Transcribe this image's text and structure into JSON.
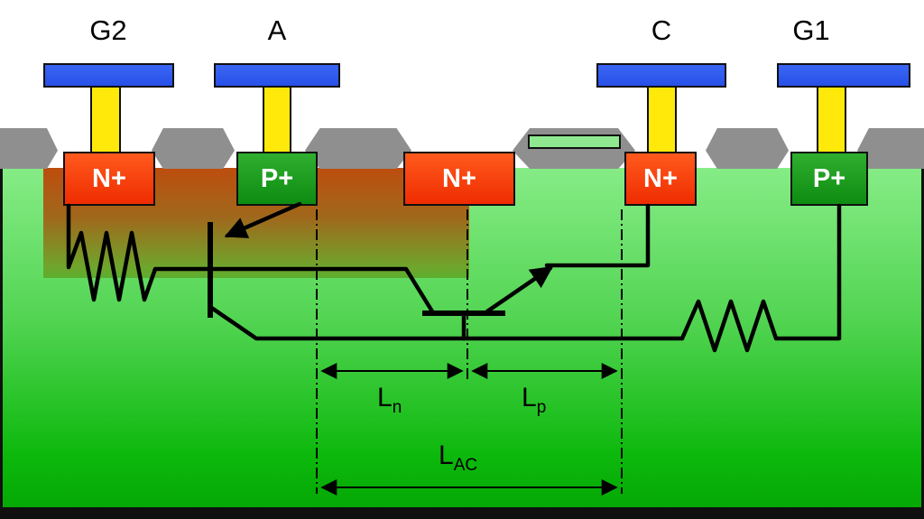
{
  "figure": {
    "description": "Semiconductor SCR cross-section with parasitic bipolar transistors and well/substrate resistors"
  },
  "terminals": [
    {
      "id": "g2",
      "label": "G2"
    },
    {
      "id": "a",
      "label": "A"
    },
    {
      "id": "c",
      "label": "C"
    },
    {
      "id": "g1",
      "label": "G1"
    }
  ],
  "regions": [
    {
      "id": "nplus-under-g2",
      "label": "N+",
      "type": "n-plus"
    },
    {
      "id": "pplus-under-a",
      "label": "P+",
      "type": "p-plus"
    },
    {
      "id": "nplus-center",
      "label": "N+",
      "type": "n-plus"
    },
    {
      "id": "nplus-under-c",
      "label": "N+",
      "type": "n-plus"
    },
    {
      "id": "pplus-under-g1",
      "label": "P+",
      "type": "p-plus"
    }
  ],
  "dimensions": {
    "ln": {
      "main": "L",
      "sub": "n"
    },
    "lp": {
      "main": "L",
      "sub": "p"
    },
    "lac": {
      "main": "L",
      "sub": "AC"
    }
  },
  "colors": {
    "metal_blue": "#2f5af0",
    "via_yellow": "#ffe90a",
    "n_plus_red": "#f53a05",
    "p_plus_green": "#169c16",
    "oxide_gray": "#8f8f8f",
    "well_brown": "#bd4d0e",
    "substrate_green_top": "#86ec86",
    "substrate_green_bottom": "#05a805",
    "poly_light_green": "#8fe890"
  }
}
